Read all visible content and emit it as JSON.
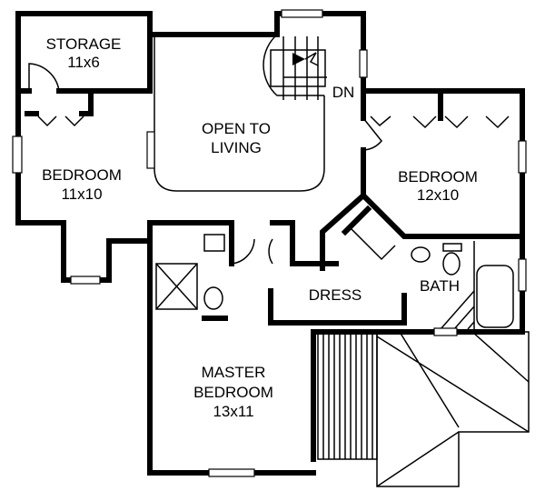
{
  "rooms": {
    "storage": {
      "name": "STORAGE",
      "size": "11x6"
    },
    "open": {
      "line1": "OPEN TO",
      "line2": "LIVING"
    },
    "stairs": {
      "label": "DN"
    },
    "bedroom_left": {
      "name": "BEDROOM",
      "size": "11x10"
    },
    "bedroom_right": {
      "name": "BEDROOM",
      "size": "12x10"
    },
    "dress": {
      "name": "DRESS"
    },
    "bath": {
      "name": "BATH"
    },
    "master": {
      "line1": "MASTER",
      "line2": "BEDROOM",
      "size": "13x11"
    }
  }
}
